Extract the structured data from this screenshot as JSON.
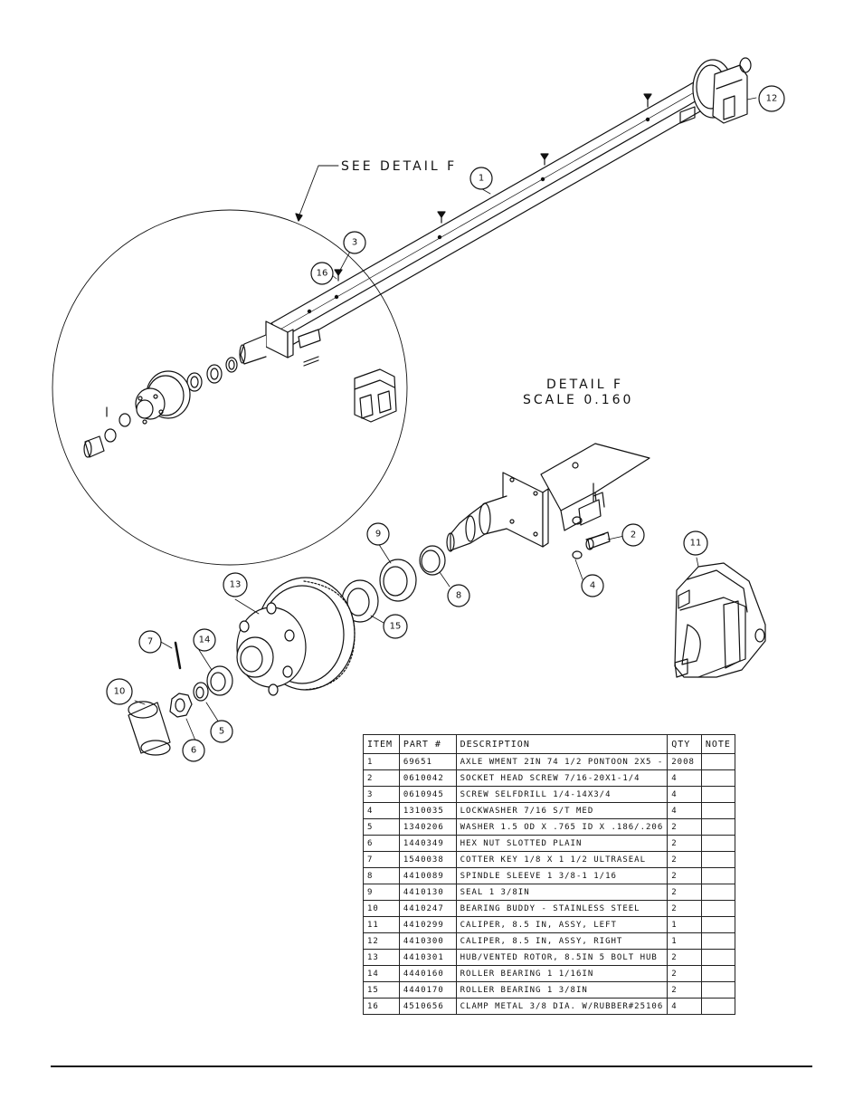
{
  "labels": {
    "see_detail": "SEE DETAIL F",
    "detail_title": "DETAIL F",
    "detail_scale": "SCALE 0.160"
  },
  "balloons": [
    "1",
    "2",
    "3",
    "4",
    "5",
    "6",
    "7",
    "8",
    "9",
    "10",
    "11",
    "12",
    "13",
    "14",
    "15",
    "16"
  ],
  "bom": {
    "headers": [
      "ITEM",
      "PART #",
      "DESCRIPTION",
      "QTY",
      "NOTE"
    ],
    "rows": [
      {
        "item": "1",
        "part": "69651",
        "description": "AXLE WMENT 2IN 74 1/2 PONTOON 2X5 -",
        "qty": "2008",
        "note": ""
      },
      {
        "item": "2",
        "part": "0610042",
        "description": "SOCKET HEAD SCREW 7/16-20X1-1/4",
        "qty": "4",
        "note": ""
      },
      {
        "item": "3",
        "part": "0610945",
        "description": "SCREW SELFDRILL 1/4-14X3/4",
        "qty": "4",
        "note": ""
      },
      {
        "item": "4",
        "part": "1310035",
        "description": "LOCKWASHER 7/16 S/T MED",
        "qty": "4",
        "note": ""
      },
      {
        "item": "5",
        "part": "1340206",
        "description": "WASHER 1.5 OD X .765 ID X .186/.206",
        "qty": "2",
        "note": ""
      },
      {
        "item": "6",
        "part": "1440349",
        "description": "HEX NUT SLOTTED PLAIN",
        "qty": "2",
        "note": ""
      },
      {
        "item": "7",
        "part": "1540038",
        "description": "COTTER KEY 1/8 X 1 1/2 ULTRASEAL",
        "qty": "2",
        "note": ""
      },
      {
        "item": "8",
        "part": "4410089",
        "description": "SPINDLE SLEEVE 1 3/8-1 1/16",
        "qty": "2",
        "note": ""
      },
      {
        "item": "9",
        "part": "4410130",
        "description": "SEAL 1 3/8IN",
        "qty": "2",
        "note": ""
      },
      {
        "item": "10",
        "part": "4410247",
        "description": "BEARING BUDDY - STAINLESS STEEL",
        "qty": "2",
        "note": ""
      },
      {
        "item": "11",
        "part": "4410299",
        "description": "CALIPER, 8.5 IN, ASSY, LEFT",
        "qty": "1",
        "note": ""
      },
      {
        "item": "12",
        "part": "4410300",
        "description": "CALIPER, 8.5 IN, ASSY, RIGHT",
        "qty": "1",
        "note": ""
      },
      {
        "item": "13",
        "part": "4410301",
        "description": "HUB/VENTED ROTOR, 8.5IN 5 BOLT HUB",
        "qty": "2",
        "note": ""
      },
      {
        "item": "14",
        "part": "4440160",
        "description": "ROLLER BEARING 1 1/16IN",
        "qty": "2",
        "note": ""
      },
      {
        "item": "15",
        "part": "4440170",
        "description": "ROLLER BEARING 1 3/8IN",
        "qty": "2",
        "note": ""
      },
      {
        "item": "16",
        "part": "4510656",
        "description": "CLAMP METAL 3/8 DIA. W/RUBBER#25106",
        "qty": "4",
        "note": ""
      }
    ]
  }
}
